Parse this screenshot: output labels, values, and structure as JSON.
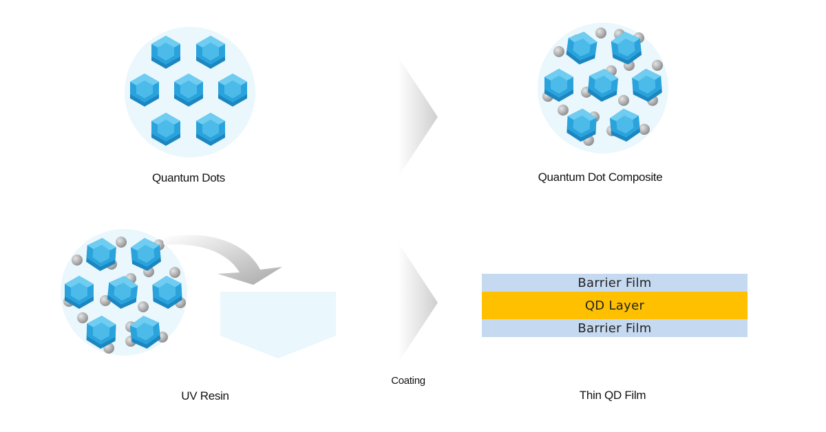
{
  "labels": {
    "quantum_dots": "Quantum Dots",
    "quantum_dot_composite": "Quantum Dot Composite",
    "uv_resin": "UV Resin",
    "coating": "Coating",
    "thin_qd_film": "Thin QD Film"
  },
  "film_layers": {
    "top": "Barrier Film",
    "middle": "QD Layer",
    "bottom": "Barrier Film"
  },
  "colors": {
    "qd_blue": "#2aa3dc",
    "qd_dark": "#1c7fb6",
    "qd_light": "#62c4ee",
    "circle_fill": "#eaf7fd",
    "particle_gray": "#a9a9a9",
    "barrier_film": "#c5d9f0",
    "qd_layer": "#ffc000",
    "arrow_gray": "#d6d6d6"
  }
}
